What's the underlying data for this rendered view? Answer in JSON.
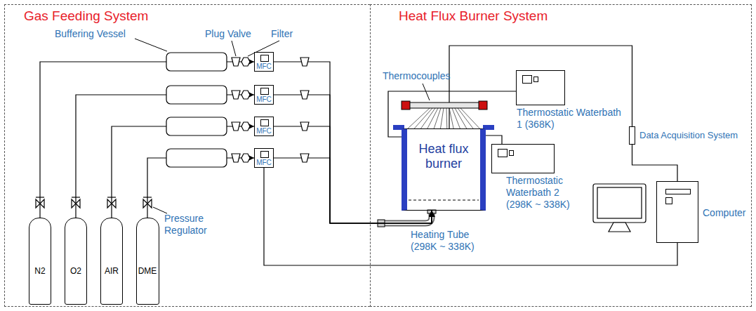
{
  "diagram": {
    "nodes": [
      {
        "text": [
          "Gas Feeding System"
        ]
      },
      {
        "text": [
          "MFC"
        ],
        "in": 0
      },
      {
        "text": [
          "MFC"
        ],
        "in": 0
      },
      {
        "text": [
          "MFC"
        ],
        "in": 0
      },
      {
        "text": [
          "MFC"
        ],
        "in": 0
      },
      {
        "text": [
          "N2"
        ],
        "in": 0
      },
      {
        "text": [
          "O2"
        ],
        "in": 0
      },
      {
        "text": [
          "AIR"
        ],
        "in": 0
      },
      {
        "text": [
          "DME"
        ],
        "in": 0
      },
      {
        "text": [
          "Heat Flux Burner System"
        ]
      },
      {
        "text": [
          "Thermostatic Waterbath 1 (368K)"
        ],
        "in": 9
      },
      {
        "text": [
          "Heat flux burner"
        ],
        "in": 9
      },
      {
        "text": [
          "Data Acquisition System"
        ],
        "in": 9
      },
      {
        "text": [
          "Thermostatic Waterbath 2 (298K ~ 338K)"
        ],
        "in": 9
      },
      {
        "text": [
          "Computer"
        ],
        "in": 9
      }
    ],
    "edges": [
      {
        "from": 5,
        "to": 1,
        "arrow": "to"
      },
      {
        "from": 6,
        "to": 2,
        "arrow": "to"
      },
      {
        "from": 7,
        "to": 3,
        "arrow": "to"
      },
      {
        "from": 8,
        "to": 4,
        "arrow": "to"
      },
      {
        "from": 1,
        "to": 11,
        "arrow": "to"
      },
      {
        "from": 2,
        "to": 11,
        "arrow": "to"
      },
      {
        "from": 3,
        "to": 11,
        "arrow": "to"
      },
      {
        "from": 4,
        "to": 11,
        "arrow": "to"
      },
      {
        "from": 4,
        "to": 14,
        "arrow": "none"
      },
      {
        "from": 10,
        "to": 11,
        "arrow": "none"
      },
      {
        "from": 11,
        "to": 13,
        "arrow": "none"
      },
      {
        "from": 11,
        "to": 12,
        "arrow": "none"
      },
      {
        "from": 12,
        "to": 14,
        "arrow": "none"
      }
    ],
    "labels": [
      "Buffering Vessel",
      "Plug Valve",
      "Filter",
      "Pressure Regulator",
      "Thermocouples",
      "Heating Tube (298K ~ 338K)"
    ]
  }
}
